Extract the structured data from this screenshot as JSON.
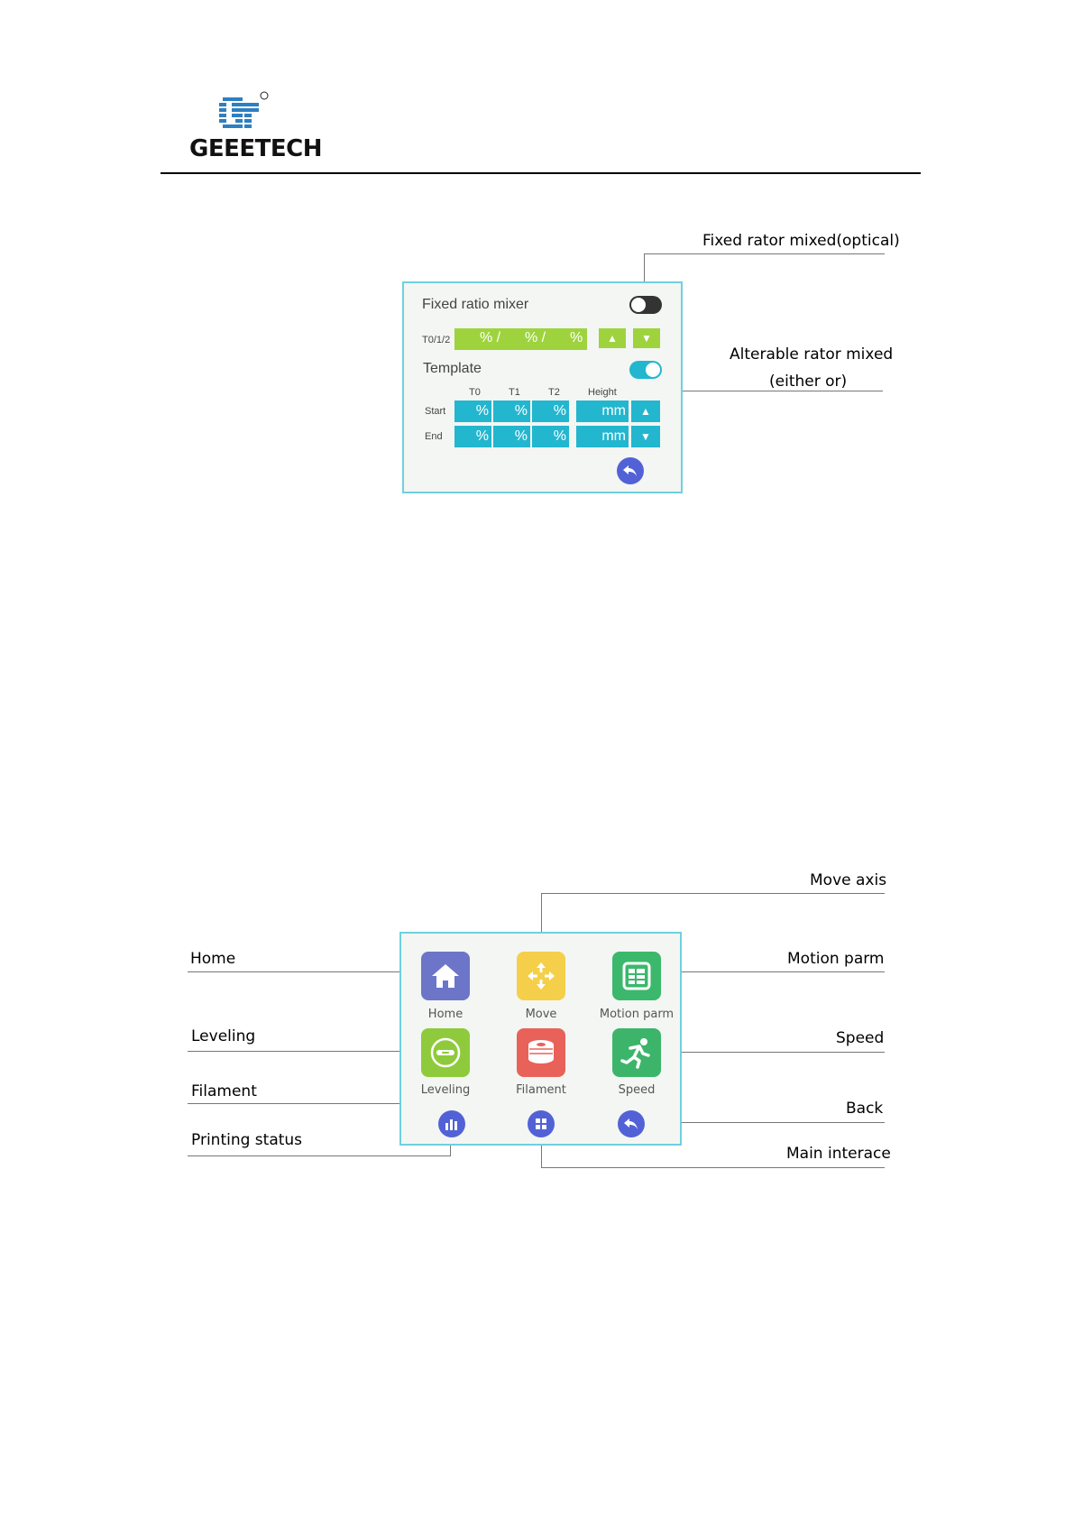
{
  "header": {
    "logo_text": "GEEETECH",
    "registered_mark": "®"
  },
  "colors": {
    "accent_cyan": "#23b6cf",
    "accent_green": "#9ed33e",
    "panel_border": "#6fd0df",
    "back_button_blue": "#5262d6"
  },
  "mixer_panel": {
    "title": "Fixed ratio mixer",
    "ratio_row_label": "T0/1/2",
    "ratio_segments": [
      "% /",
      "% /",
      "%"
    ],
    "template_label": "Template",
    "columns": [
      "T0",
      "T1",
      "T2",
      "Height"
    ],
    "rows": [
      {
        "label": "Start",
        "cells": [
          "%",
          "%",
          "%"
        ],
        "height": "mm"
      },
      {
        "label": "End",
        "cells": [
          "%",
          "%",
          "%"
        ],
        "height": "mm"
      }
    ],
    "fixed_toggle_on": false,
    "template_toggle_on": true,
    "icons": {
      "up": "triangle-up-icon",
      "down": "triangle-down-icon",
      "back": "back-arrow-icon"
    }
  },
  "mixer_callouts": {
    "fixed": "Fixed rator mixed(optical)",
    "alterable_line1": "Alterable rator mixed",
    "alterable_line2": "(either or)"
  },
  "tools_panel": {
    "apps": [
      {
        "label": "Home",
        "icon": "house-icon",
        "color": "#6d75c9"
      },
      {
        "label": "Move",
        "icon": "move-arrows-icon",
        "color": "#f5cf4a"
      },
      {
        "label": "Motion parm",
        "icon": "list-panel-icon",
        "color": "#3bb86b"
      },
      {
        "label": "Leveling",
        "icon": "level-bubble-icon",
        "color": "#8fca3c"
      },
      {
        "label": "Filament",
        "icon": "filament-spool-icon",
        "color": "#e8625a"
      },
      {
        "label": "Speed",
        "icon": "running-man-icon",
        "color": "#3cb56a"
      }
    ],
    "bottom_icons": [
      "bar-chart-icon",
      "grid-icon",
      "back-arrow-icon"
    ]
  },
  "tools_callouts": {
    "move_axis": "Move axis",
    "home": "Home",
    "motion_parm": "Motion parm",
    "leveling": "Leveling",
    "speed": "Speed",
    "filament": "Filament",
    "back": "Back",
    "printing_status": "Printing status",
    "main_interace": "Main interace"
  }
}
